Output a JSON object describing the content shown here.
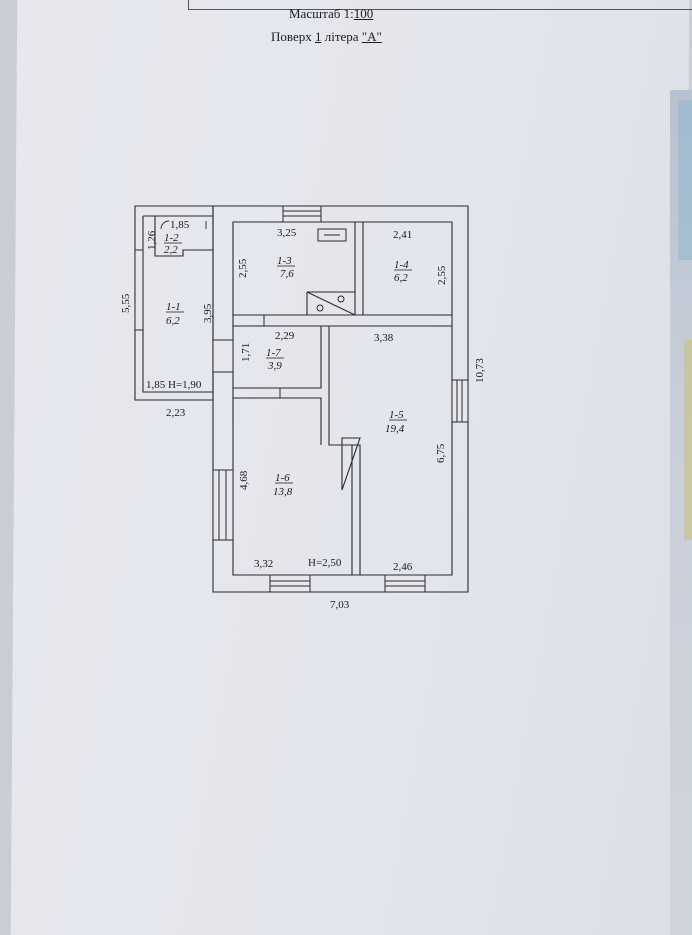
{
  "header": {
    "scale_prefix": "Масштаб 1:",
    "scale_value": "100",
    "floor_prefix": "Поверх ",
    "floor_value": "1",
    "litera_prefix": " літера ",
    "litera_value": "\"А\""
  },
  "rooms": [
    {
      "id": "room-1-1",
      "name": "1-1",
      "area": "6,2"
    },
    {
      "id": "room-1-2",
      "name": "1-2",
      "area": "2,2"
    },
    {
      "id": "room-1-3",
      "name": "1-3",
      "area": "7,6"
    },
    {
      "id": "room-1-4",
      "name": "1-4",
      "area": "6,2"
    },
    {
      "id": "room-1-5",
      "name": "1-5",
      "area": "19,4"
    },
    {
      "id": "room-1-6",
      "name": "1-6",
      "area": "13,8"
    },
    {
      "id": "room-1-7",
      "name": "1-7",
      "area": "3,9"
    }
  ],
  "dimensions": {
    "d_1_85_top": "1,85",
    "d_1_26": "1,26",
    "d_3_25": "3,25",
    "d_2_41": "2,41",
    "d_2_55_left": "2,55",
    "d_2_55_right": "2,55",
    "d_5_55": "5,55",
    "d_3_95": "3,95",
    "d_2_29": "2,29",
    "d_3_38": "3,38",
    "d_1_71": "1,71",
    "d_1_85_h": "1,85 H=1,90",
    "d_2_23": "2,23",
    "d_10_73": "10,73",
    "d_6_75": "6,75",
    "d_4_68": "4,68",
    "d_3_32": "3,32",
    "d_h_2_50": "H=2,50",
    "d_2_46": "2,46",
    "d_7_03": "7,03"
  }
}
